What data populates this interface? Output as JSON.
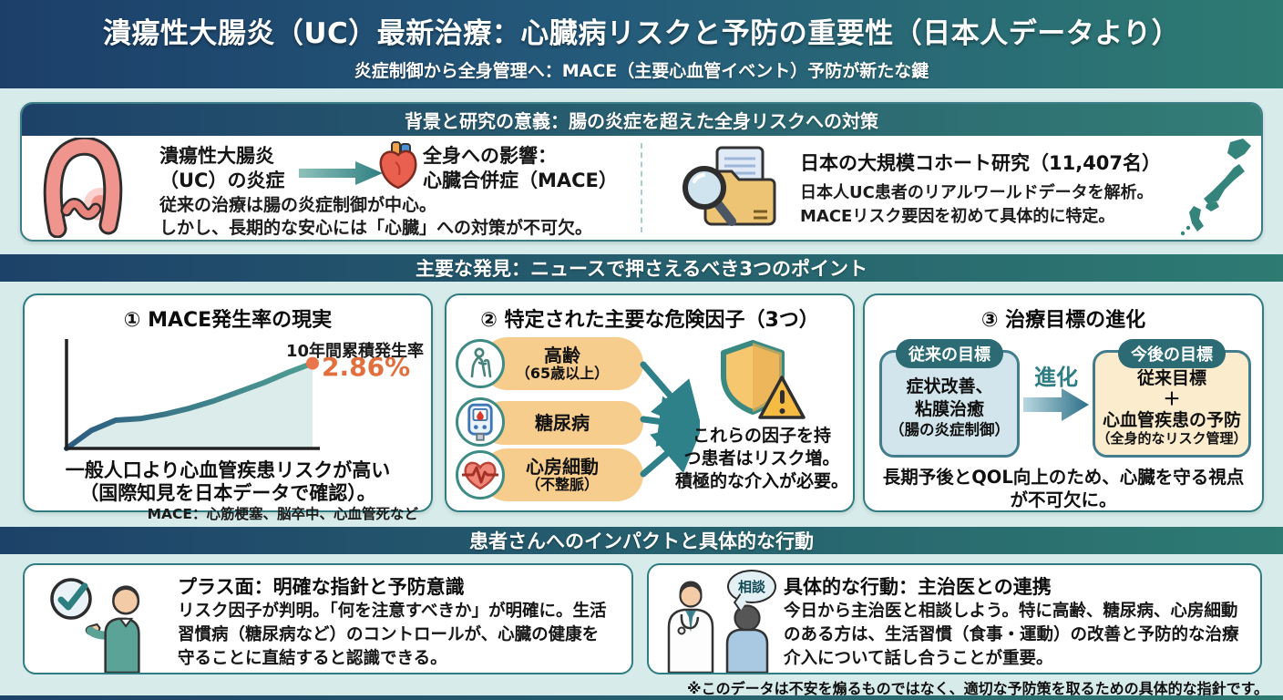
{
  "header": {
    "title": "潰瘍性大腸炎（UC）最新治療：心臓病リスクと予防の重要性（日本人データより）",
    "subtitle": "炎症制御から全身管理へ：MACE（主要心血管イベント）予防が新たな鍵"
  },
  "background": {
    "header": "背景と研究の意義：腸の炎症を超えた全身リスクへの対策",
    "left": {
      "uc_lines": [
        "潰瘍性大腸炎",
        "（UC）の炎症"
      ],
      "impact_lines": [
        "全身への影響：",
        "心臓合併症（MACE）"
      ],
      "body_line1": "従来の治療は腸の炎症制御が中心。",
      "body_line2": "しかし、長期的な安心には「心臓」への対策が不可欠。"
    },
    "right": {
      "title": "日本の大規模コホート研究（11,407名）",
      "body_line1": "日本人UC患者のリアルワールドデータを解析。",
      "body_line2": "MACEリスク要因を初めて具体的に特定。"
    }
  },
  "findings": {
    "header": "主要な発見：ニュースで押さえるべき3つのポイント",
    "card1": {
      "title": "① MACE発生率の現実",
      "chart_label": "10年間累積発生率",
      "chart_value": "2.86%",
      "body_line1": "一般人口より心血管疾患リスクが高い",
      "body_line2": "（国際知見を日本データで確認）。",
      "note": "MACE：心筋梗塞、脳卒中、心血管死など"
    },
    "card2": {
      "title": "② 特定された主要な危険因子（3つ）",
      "factors": [
        {
          "label": "高齢",
          "sub": "（65歳以上）"
        },
        {
          "label": "糖尿病",
          "sub": ""
        },
        {
          "label": "心房細動",
          "sub": "（不整脈）"
        }
      ],
      "conclusion_lines": [
        "これらの因子を持",
        "つ患者はリスク増。",
        "積極的な介入が必要。"
      ]
    },
    "card3": {
      "title": "③ 治療目標の進化",
      "old_goal": {
        "badge": "従来の目標",
        "lines": [
          "症状改善、",
          "粘膜治癒",
          "（腸の炎症制御）"
        ]
      },
      "evolution_label": "進化",
      "new_goal": {
        "badge": "今後の目標",
        "lines": [
          "従来目標",
          "＋",
          "心血管疾患の予防",
          "（全身的なリスク管理）"
        ]
      },
      "bottom": "長期予後とQOL向上のため、心臓を守る視点が不可欠に。"
    }
  },
  "impact": {
    "header": "患者さんへのインパクトと具体的な行動",
    "left_card": {
      "title": "プラス面：明確な指針と予防意識",
      "body": "リスク因子が判明。「何を注意すべきか」が明確に。生活習慣病（糖尿病など）のコントロールが、心臓の健康を守ることに直結すると認識できる。"
    },
    "right_card": {
      "title": "具体的な行動：主治医との連携",
      "bubble": "相談",
      "body": "今日から主治医と相談しよう。特に高齢、糖尿病、心房細動のある方は、生活習慣（食事・運動）の改善と予防的な治療介入について話し合うことが重要。"
    }
  },
  "footnote": "※このデータは不安を煽るものではなく、適切な予防策を取るための具体的な指針です。",
  "chart_data": {
    "type": "area",
    "title": "",
    "x": [
      0,
      1,
      2,
      3,
      4,
      5,
      6,
      7,
      8,
      9,
      10
    ],
    "y": [
      0,
      0.6,
      0.95,
      1.0,
      1.15,
      1.35,
      1.6,
      1.9,
      2.2,
      2.55,
      2.86
    ],
    "x_range": [
      0,
      10
    ],
    "y_range": [
      0,
      3
    ],
    "end_label": "10年間累積発生率",
    "end_value_pct": 2.86,
    "grid": false,
    "legend": "none"
  },
  "icons": {
    "intestine-icon": "large-intestine-with-inflammation",
    "heart-icon": "anatomical-heart",
    "research-folder-icon": "magnifier-over-folder",
    "japan-map-icon": "japan-silhouette",
    "elderly-icon": "elderly-person-with-cane",
    "glucose-meter-icon": "blood-glucose-meter",
    "heart-ecg-icon": "heart-with-ecg-line",
    "shield-warning-icon": "shield-with-warning-triangle",
    "check-circle-icon": "checkmark-circle",
    "presenter-icon": "person-presenting",
    "doctor-patient-icon": "doctor-consulting-patient"
  },
  "colors": {
    "header_gradient_left": "#1c3f69",
    "header_gradient_right": "#2e7b72",
    "page_background": "#d7ecea",
    "card_border": "#2f7d82",
    "accent_orange": "#e2703f",
    "factor_pill": "#f7cd8d",
    "old_goal_box": "#d2e5ec",
    "new_goal_box": "#fbeccd",
    "goal_badge": "#2c6a74",
    "arrow_teal": "#2f8189",
    "chart_line_start": "#2c5c80",
    "chart_line_end": "#4f9e93",
    "chart_area": "#dcecea"
  }
}
